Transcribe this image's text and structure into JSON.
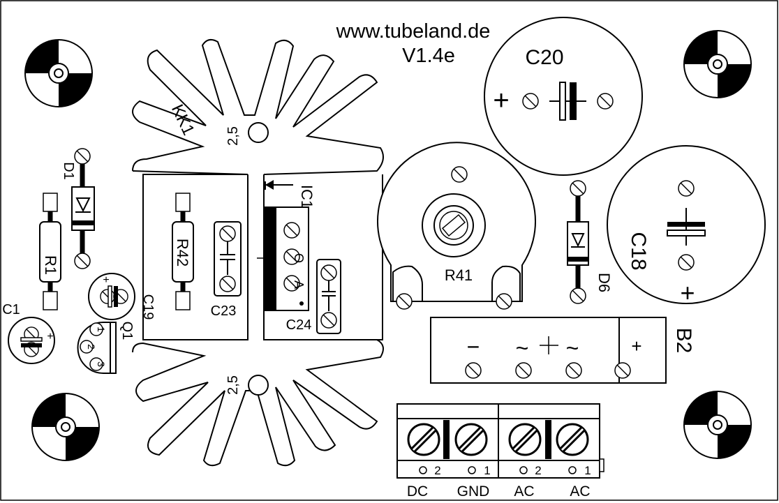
{
  "header": {
    "url": "www.tubeland.de",
    "version": "V1.4e"
  },
  "heatsink": {
    "label": "KK1",
    "hole_label_top": "2,5",
    "hole_label_bottom": "2,5"
  },
  "components": {
    "c20": "C20",
    "c18": "C18",
    "r41": "R41",
    "d6": "D6",
    "ic1": "IC1",
    "c24": "C24",
    "c23": "C23",
    "r42": "R42",
    "r1": "R1",
    "d1": "D1",
    "c19": "C19",
    "c1": "C1",
    "q1": "Q1",
    "b2": "B2"
  },
  "markings": {
    "plus": "+",
    "minus": "−",
    "ac": "~",
    "bridge_plus": "+",
    "bridge_minus": "−",
    "ic_pin_o": "O",
    "ic_pin_a": "A",
    "q1_pin1": "1",
    "q1_pin2": "2",
    "q1_pin3": "3"
  },
  "terminals": {
    "pin_2": "2",
    "pin_1": "1",
    "labels": [
      "DC",
      "GND",
      "AC",
      "AC"
    ]
  },
  "colors": {
    "ink": "#000000",
    "paper": "#ffffff"
  }
}
